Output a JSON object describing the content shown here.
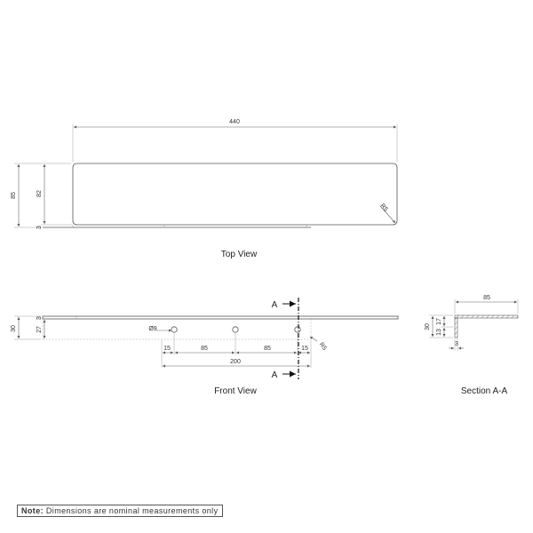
{
  "views": {
    "top_title": "Top View",
    "front_title": "Front View",
    "section_title": "Section A-A"
  },
  "top": {
    "length": "440",
    "height_total": "85",
    "height_inner": "82",
    "lip": "3",
    "radius": "R5"
  },
  "front": {
    "height_total": "30",
    "height_lower": "27",
    "thickness": "3",
    "hole_dia": "Ø9",
    "edge_left": "15",
    "pitch_1": "85",
    "pitch_2": "85",
    "edge_right": "15",
    "span": "200",
    "radius": "R5",
    "section_mark_top": "A",
    "section_mark_bottom": "A"
  },
  "section": {
    "width": "85",
    "height_total": "30",
    "upper": "17",
    "lower": "13",
    "thickness": "3"
  },
  "note": {
    "label": "Note:",
    "text": "Dimensions are nominal measurements only"
  }
}
